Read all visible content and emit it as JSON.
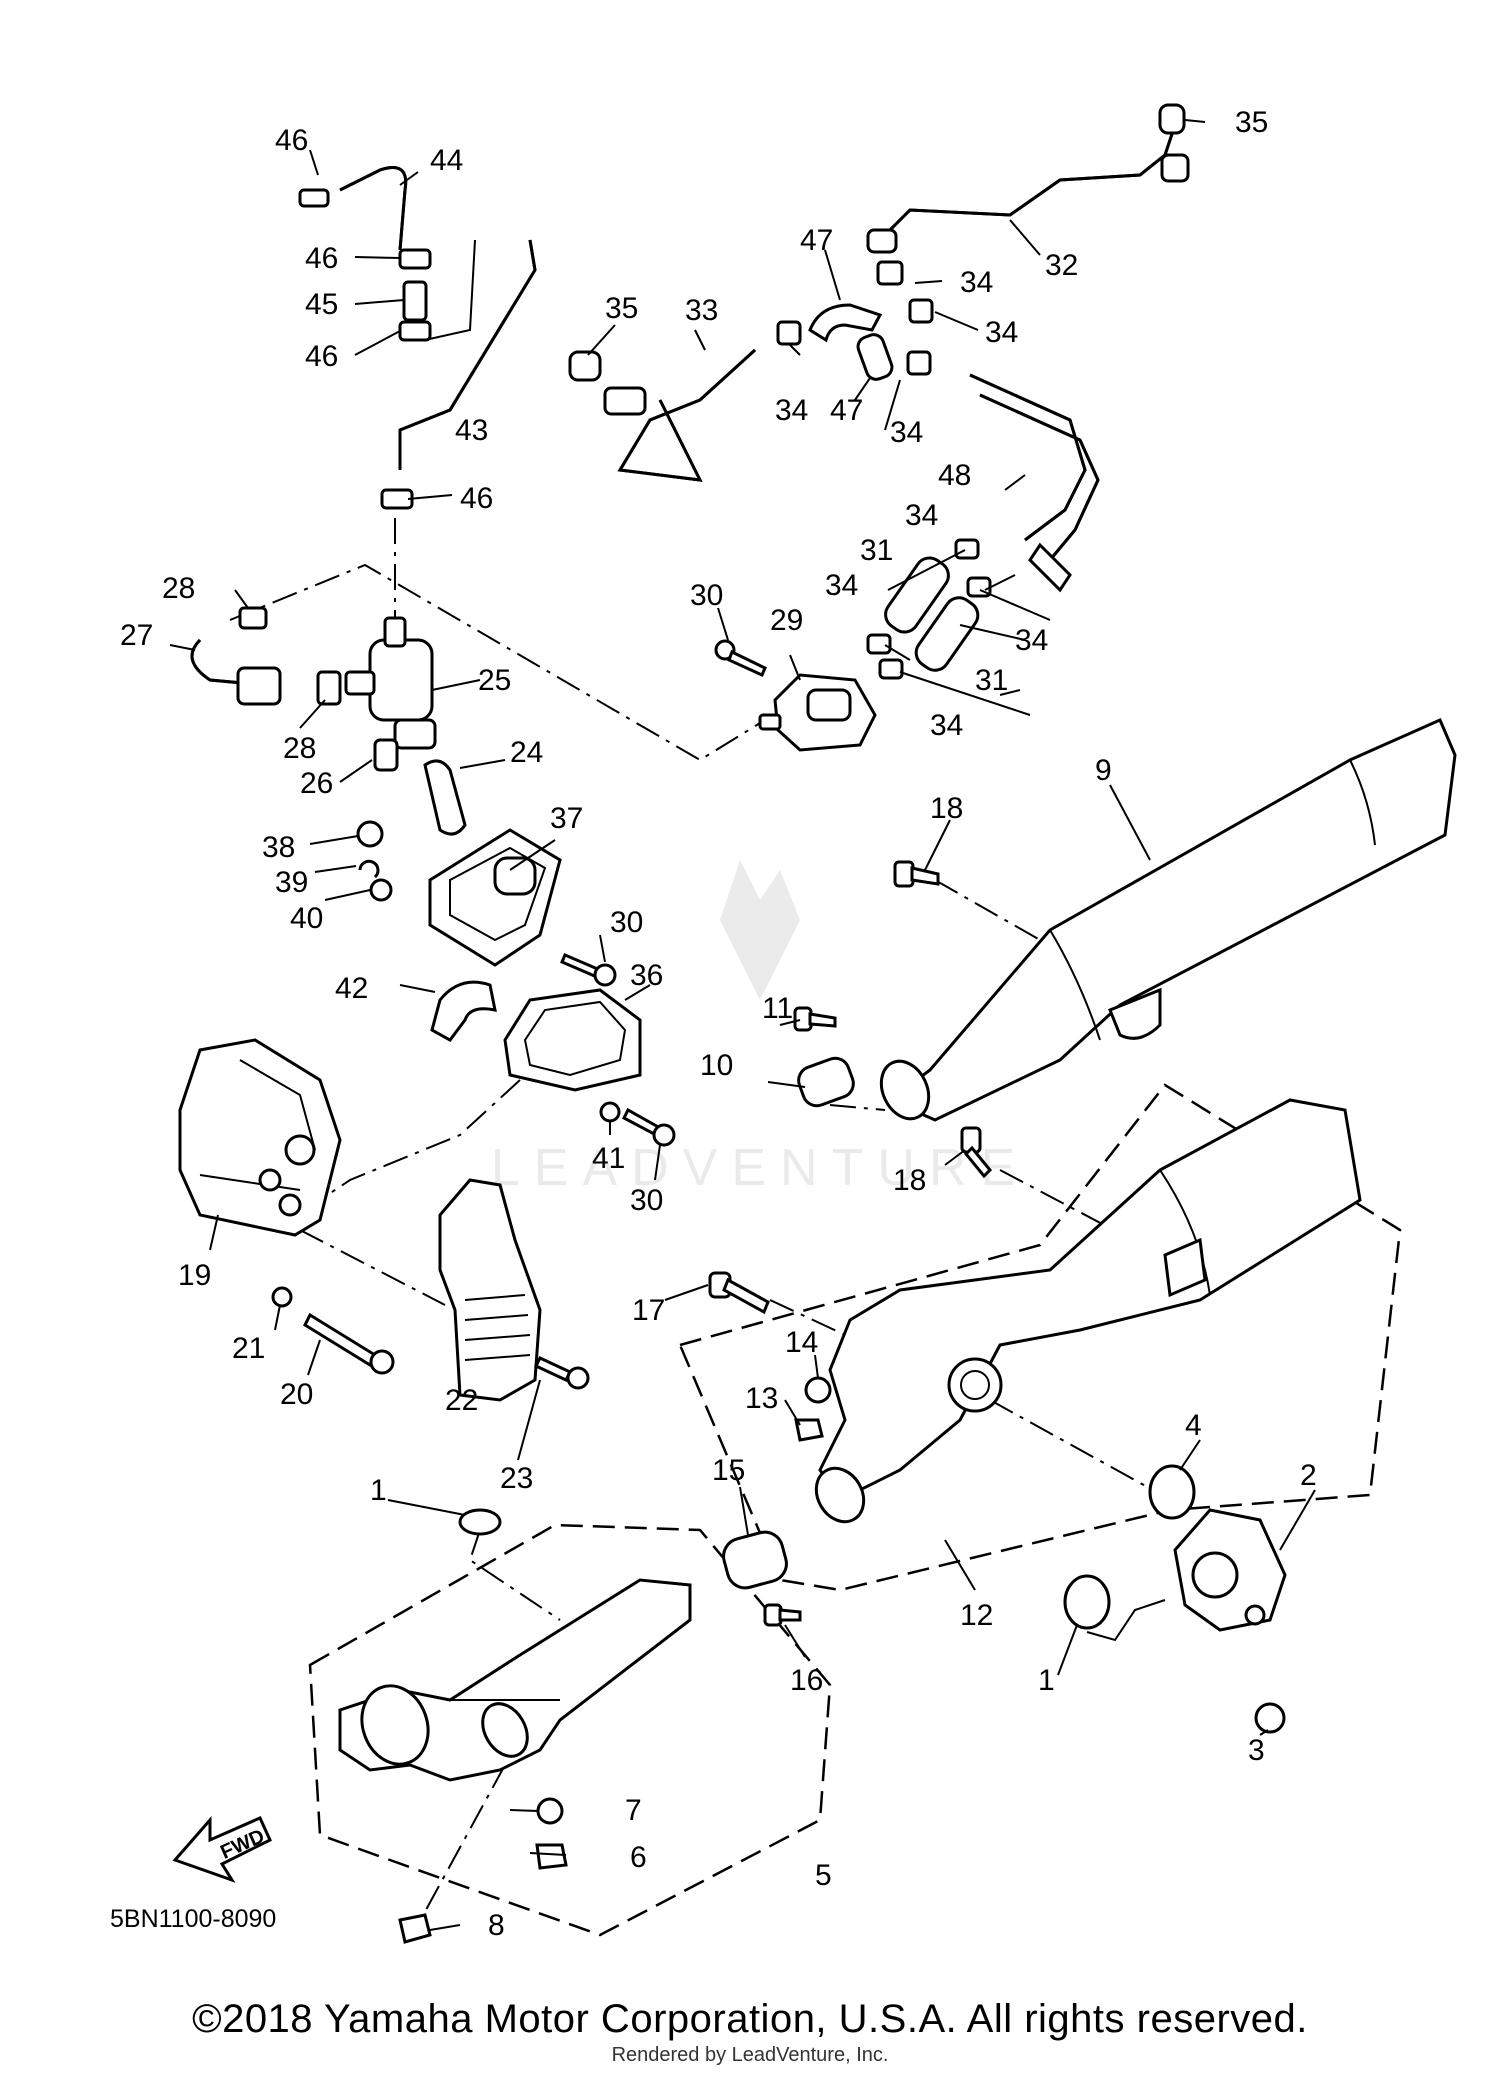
{
  "diagram": {
    "code": "5BN1100-8090",
    "fwd_label": "FWD",
    "watermark_text": "LEADVENTURE",
    "callouts": [
      "1",
      "1",
      "1",
      "2",
      "3",
      "4",
      "5",
      "6",
      "7",
      "8",
      "9",
      "10",
      "11",
      "12",
      "13",
      "14",
      "15",
      "16",
      "17",
      "18",
      "18",
      "19",
      "20",
      "21",
      "22",
      "23",
      "24",
      "25",
      "26",
      "27",
      "28",
      "28",
      "29",
      "30",
      "30",
      "30",
      "31",
      "31",
      "32",
      "33",
      "34",
      "34",
      "34",
      "34",
      "34",
      "34",
      "34",
      "34",
      "35",
      "35",
      "36",
      "37",
      "38",
      "39",
      "40",
      "41",
      "42",
      "43",
      "44",
      "45",
      "46",
      "46",
      "46",
      "46",
      "47",
      "47",
      "48"
    ]
  },
  "footer": {
    "copyright": "©2018 Yamaha Motor Corporation, U.S.A. All rights reserved.",
    "rendered_by": "Rendered by LeadVenture, Inc."
  }
}
